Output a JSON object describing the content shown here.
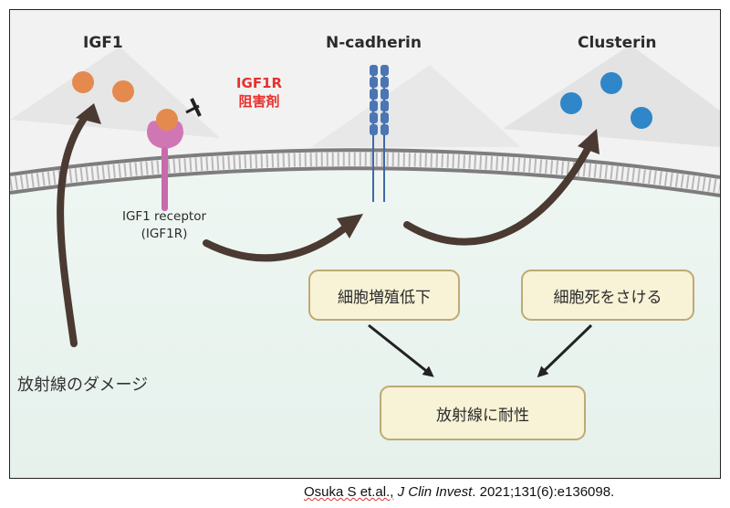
{
  "labels": {
    "igf1": "IGF1",
    "ncadherin": "N-cadherin",
    "clusterin": "Clusterin",
    "inhibitor_line1": "IGF1R",
    "inhibitor_line2": "阻害剤",
    "receptor_line1": "IGF1 receptor",
    "receptor_line2": "(IGF1R)",
    "damage": "放射線のダメージ"
  },
  "boxes": {
    "proliferation": "細胞増殖低下",
    "avoid_death": "細胞死をさける",
    "resistance": "放射線に耐性"
  },
  "citation": {
    "authors": "Osuka S et.al.,",
    "journal": "J Clin Invest",
    "details": ". 2021;131(6):e136098."
  },
  "colors": {
    "igf1_ball": "#e58a4e",
    "clusterin_ball": "#2f86c8",
    "receptor": "#d176b5",
    "ncadherin": "#3f69a8",
    "inhibitor_text": "#e8312f",
    "arrow": "#4a3a32",
    "cytoplasm": "#eaf4ef",
    "box_fill": "#f8f2d6"
  }
}
